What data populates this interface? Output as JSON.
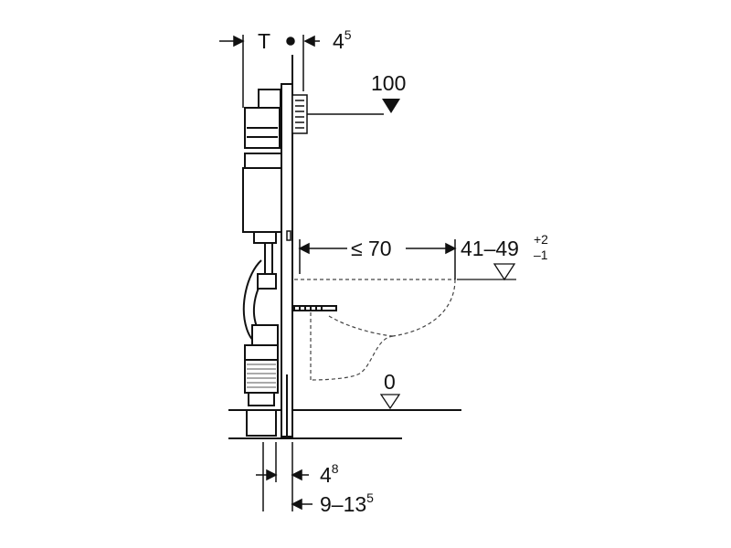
{
  "labels": {
    "t": "T",
    "gap_base": "4",
    "gap_sup": "5",
    "height_100": "100",
    "max_distance": "≤ 70",
    "seat_height": "41–49",
    "seat_tol_plus": "+2",
    "seat_tol_minus": "–1",
    "floor_zero": "0",
    "frame_base": "4",
    "frame_sup": "8",
    "wall_range": "9–13",
    "wall_range_sup": "5"
  },
  "colors": {
    "line": "#111111",
    "dashed": "#444444",
    "hatch": "#555555"
  }
}
